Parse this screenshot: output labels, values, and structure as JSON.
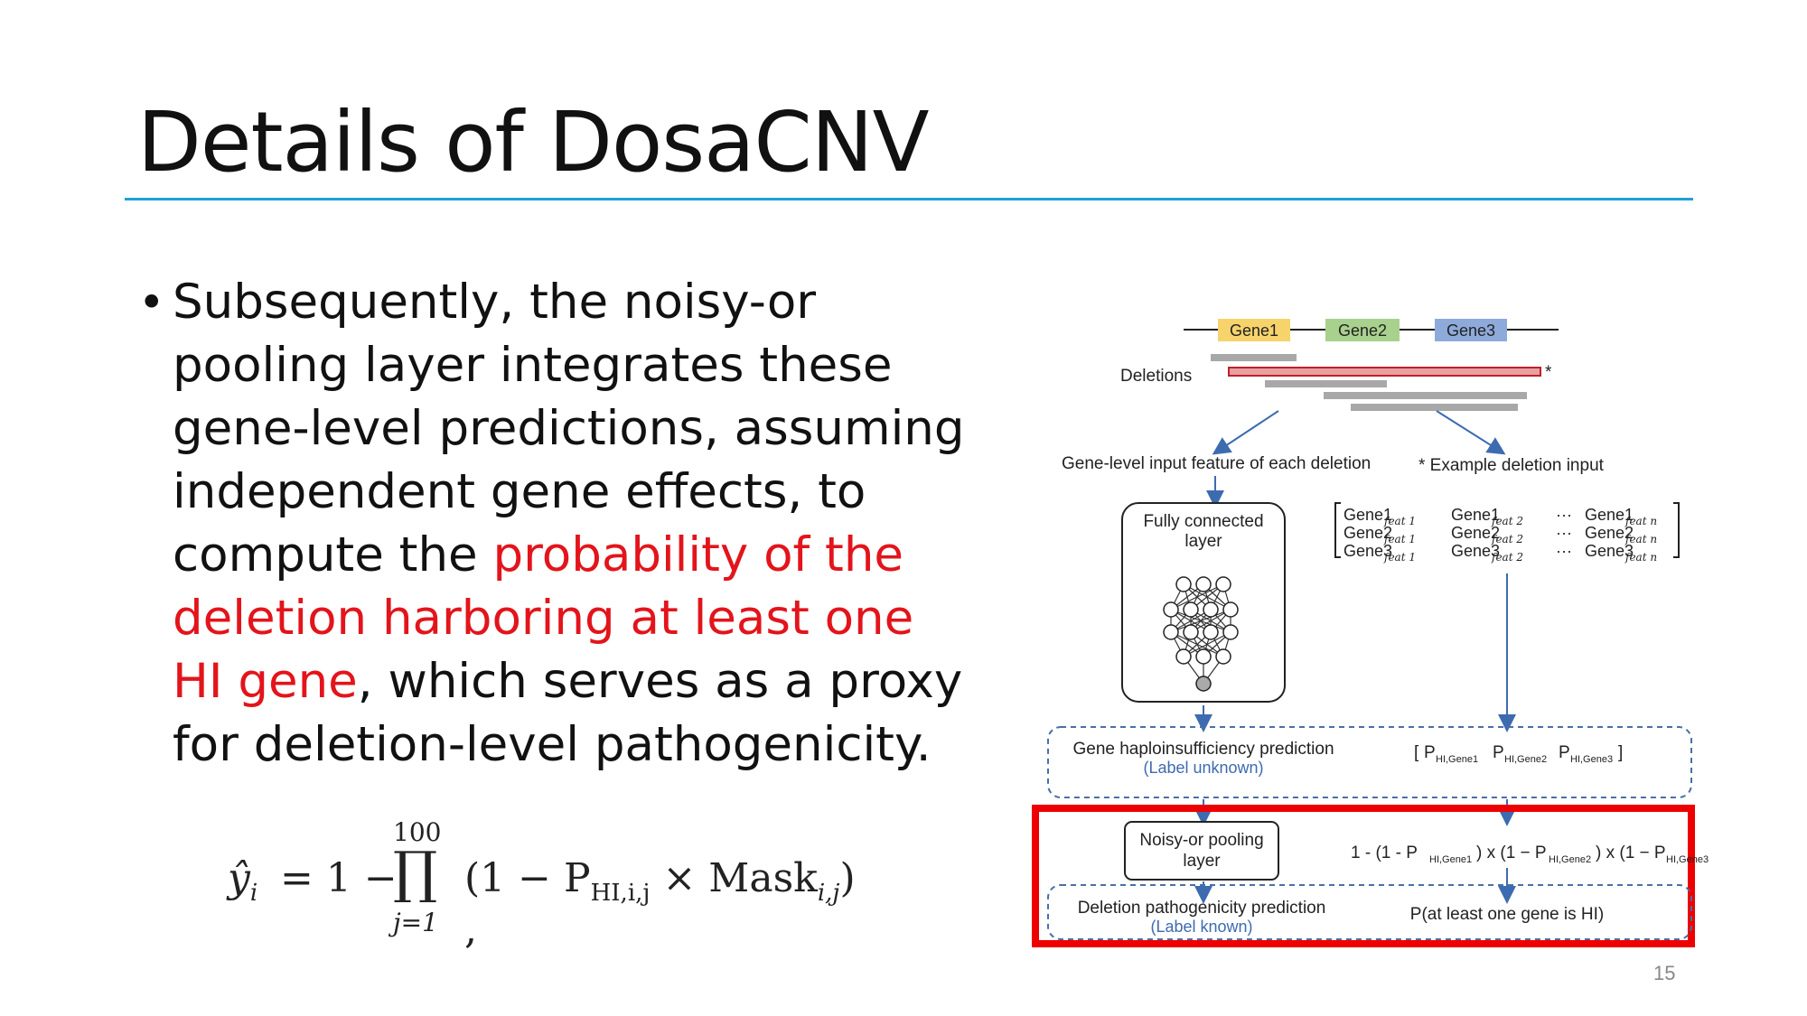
{
  "slide": {
    "title": "Details of DosaCNV",
    "page_number": "15"
  },
  "bullet": {
    "marker": "•",
    "text_pre": "Subsequently, the noisy-or pooling layer integrates these gene-level predictions, assuming independent gene effects, to compute the ",
    "text_highlight": "probability of the deletion harboring at least one HI gene",
    "text_post": ", which serves as a proxy for deletion-level pathogenicity."
  },
  "formula": {
    "lhs": "ŷ",
    "lhs_sub": "i",
    "equals": "= 1 −",
    "prod_upper": "100",
    "prod_symbol": "∏",
    "prod_lower": "j=1",
    "body_open": "(1 − P",
    "body_p_sub": "HI,i,j",
    "body_mid": " × Mask",
    "body_mask_sub": "i,j",
    "body_close": ") ,"
  },
  "diagram": {
    "genes": [
      "Gene1",
      "Gene2",
      "Gene3"
    ],
    "gene_colors": [
      "#f7d36b",
      "#a9d18e",
      "#8eaadb"
    ],
    "deletions_label": "Deletions",
    "asterisk": "*",
    "left_caption": "Gene-level input feature of each deletion",
    "right_caption": "* Example deletion input",
    "fc_label_1": "Fully connected",
    "fc_label_2": "layer",
    "matrix_rows": [
      [
        "Gene1",
        "feat 1",
        "Gene1",
        "feat 2",
        "···",
        "Gene1",
        "feat n"
      ],
      [
        "Gene2",
        "feat 1",
        "Gene2",
        "feat 2",
        "···",
        "Gene2",
        "feat n"
      ],
      [
        "Gene3",
        "feat 1",
        "Gene3",
        "feat 2",
        "···",
        "Gene3",
        "feat n"
      ]
    ],
    "gene_hi_label": "Gene haploinsufficiency prediction",
    "gene_hi_sub": "(Label unknown)",
    "p_vector": [
      "P",
      "HI,Gene1",
      "P",
      "HI,Gene2",
      "P",
      "HI,Gene3"
    ],
    "noisy_or_1": "Noisy-or pooling",
    "noisy_or_2": "layer",
    "noisy_formula": "1 - (1 - P_HI,Gene1) x (1 − P_HI,Gene2) x (1 − P_HI,Gene3)",
    "del_pred_label": "Deletion pathogenicity prediction",
    "del_pred_sub": "(Label known)",
    "del_pred_out": "P(at least one gene is HI)"
  }
}
